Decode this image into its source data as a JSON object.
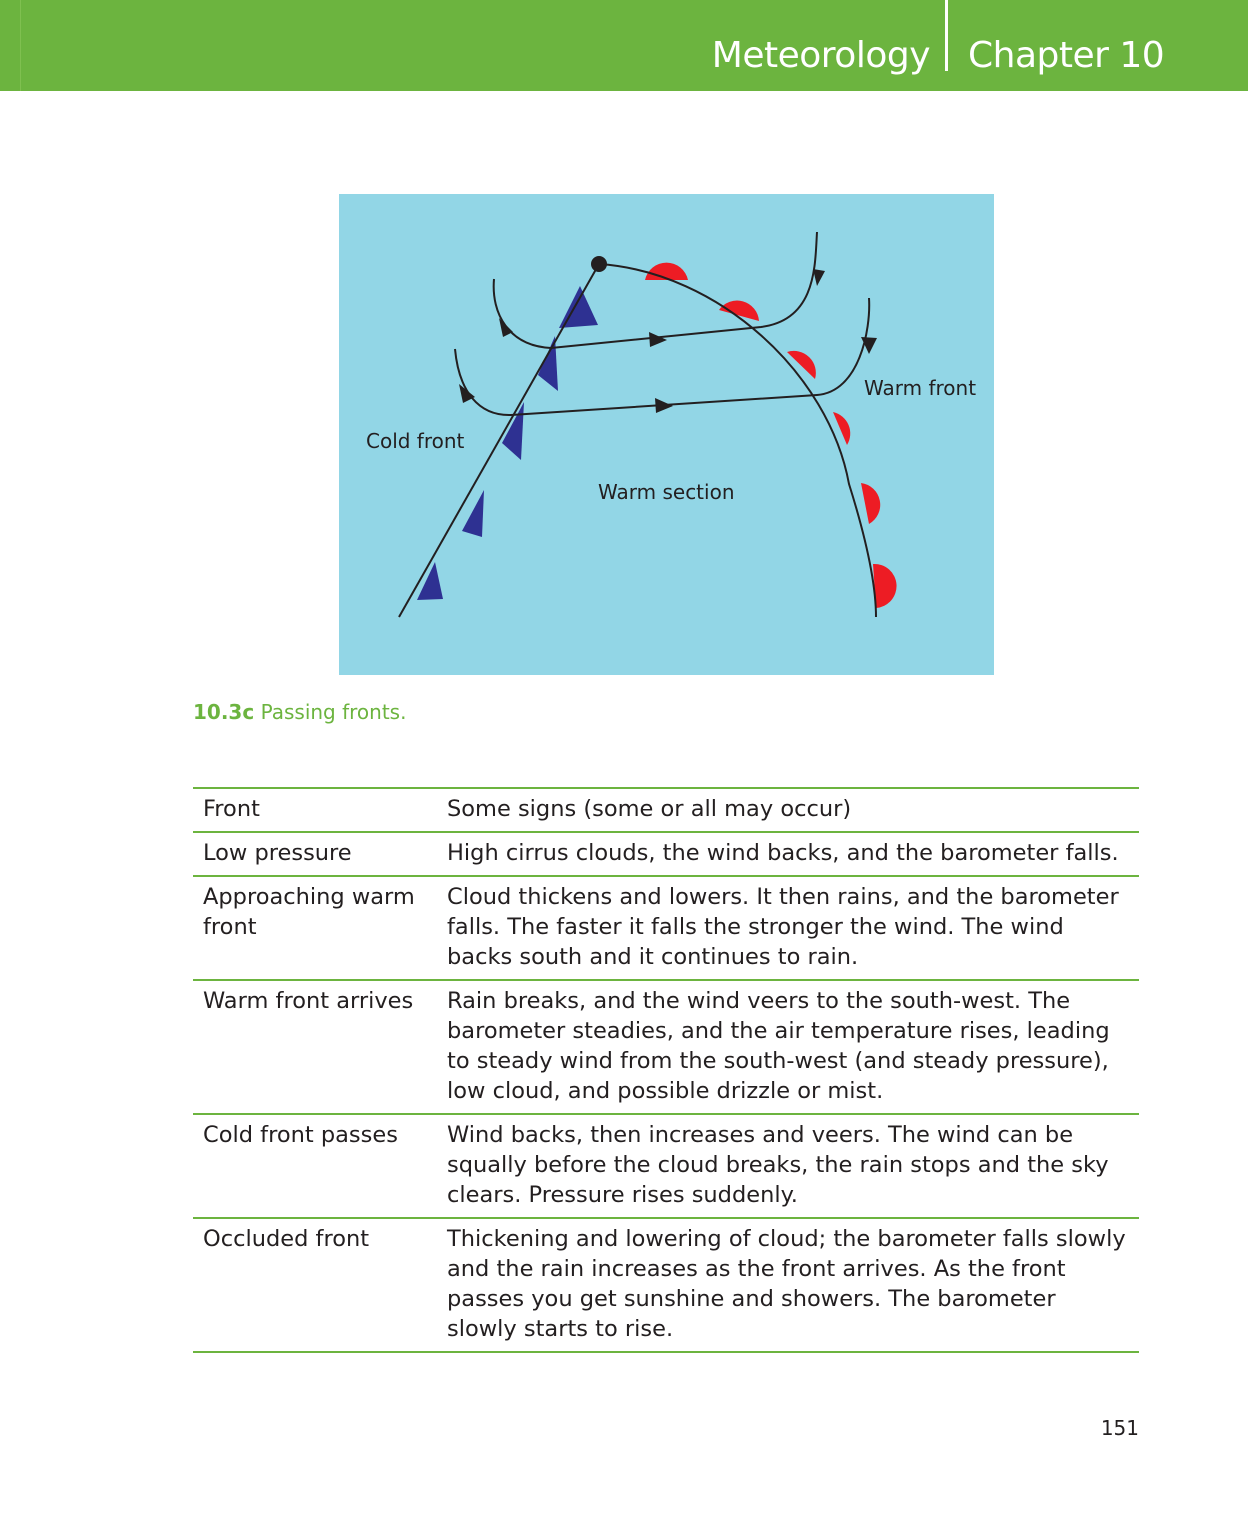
{
  "header": {
    "section": "Meteorology",
    "chapter": "Chapter 10"
  },
  "colors": {
    "brand_green": "#6cb43f",
    "diagram_background": "#92d6e6",
    "cold_front_symbol": "#2e3192",
    "warm_front_symbol": "#ed1c24"
  },
  "figure": {
    "labels": {
      "cold_front": "Cold front",
      "warm_front": "Warm front",
      "warm_section": "Warm section"
    },
    "caption_number": "10.3c",
    "caption_text": "Passing fronts."
  },
  "table": {
    "header": [
      "Front",
      "Some signs (some or all may occur)"
    ],
    "rows": [
      [
        "Low pressure",
        "High cirrus clouds, the wind backs, and the barometer falls."
      ],
      [
        "Approaching warm front",
        "Cloud thickens and lowers. It then rains, and the barometer falls. The faster it falls the stronger the wind. The wind backs south and it continues to rain."
      ],
      [
        "Warm front arrives",
        "Rain breaks, and the wind veers to the south-west. The barometer steadies, and the air temperature rises, leading to steady wind from the south-west (and steady pressure), low cloud, and possible drizzle or mist."
      ],
      [
        "Cold front passes",
        "Wind backs, then increases and veers. The wind can be squally before the cloud breaks, the rain stops and the sky clears. Pressure rises suddenly."
      ],
      [
        "Occluded front",
        "Thickening and lowering of cloud; the barometer falls slowly and the rain increases as the front arrives. As the front passes you get sunshine and showers. The barometer slowly starts to rise."
      ]
    ]
  },
  "page_number": "151"
}
